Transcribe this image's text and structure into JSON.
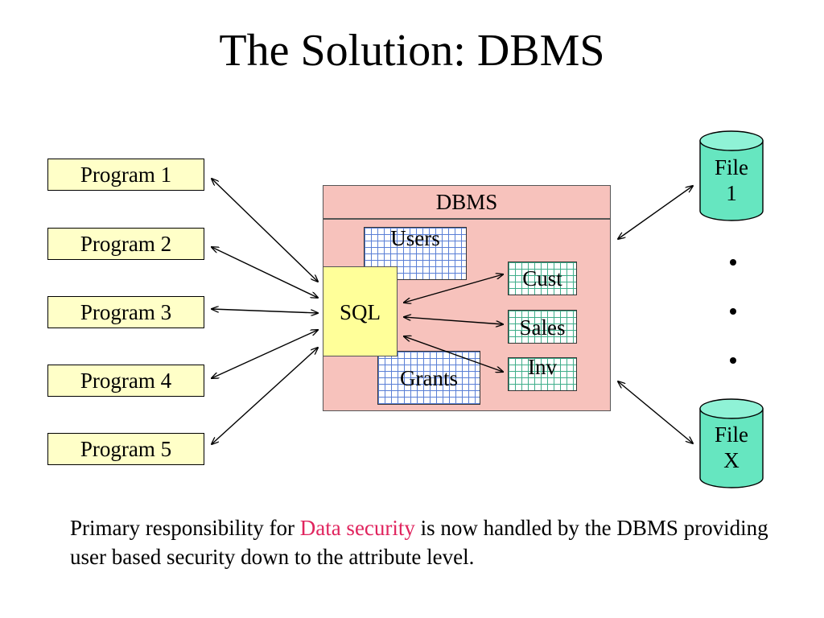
{
  "title": "The Solution:  DBMS",
  "programs": [
    "Program 1",
    "Program 2",
    "Program 3",
    "Program 4",
    "Program 5"
  ],
  "dbms": {
    "label": "DBMS",
    "sql": "SQL",
    "meta_tables": [
      "Users",
      "Grants"
    ],
    "data_tables": [
      "Cust",
      "Sales",
      "Inv"
    ]
  },
  "files": {
    "first": [
      "File",
      "1"
    ],
    "last": [
      "File",
      "X"
    ]
  },
  "caption": {
    "before": "Primary responsibility for ",
    "highlight": "Data security",
    "after": " is now handled by the DBMS providing user based security down to the attribute level."
  },
  "colors": {
    "program_fill": "#ffffc8",
    "dbms_fill": "#f7c2bc",
    "sql_fill": "#ffff99",
    "file_fill": "#66e6c0",
    "file_top": "#8ff2d6",
    "highlight": "#e0245e"
  }
}
